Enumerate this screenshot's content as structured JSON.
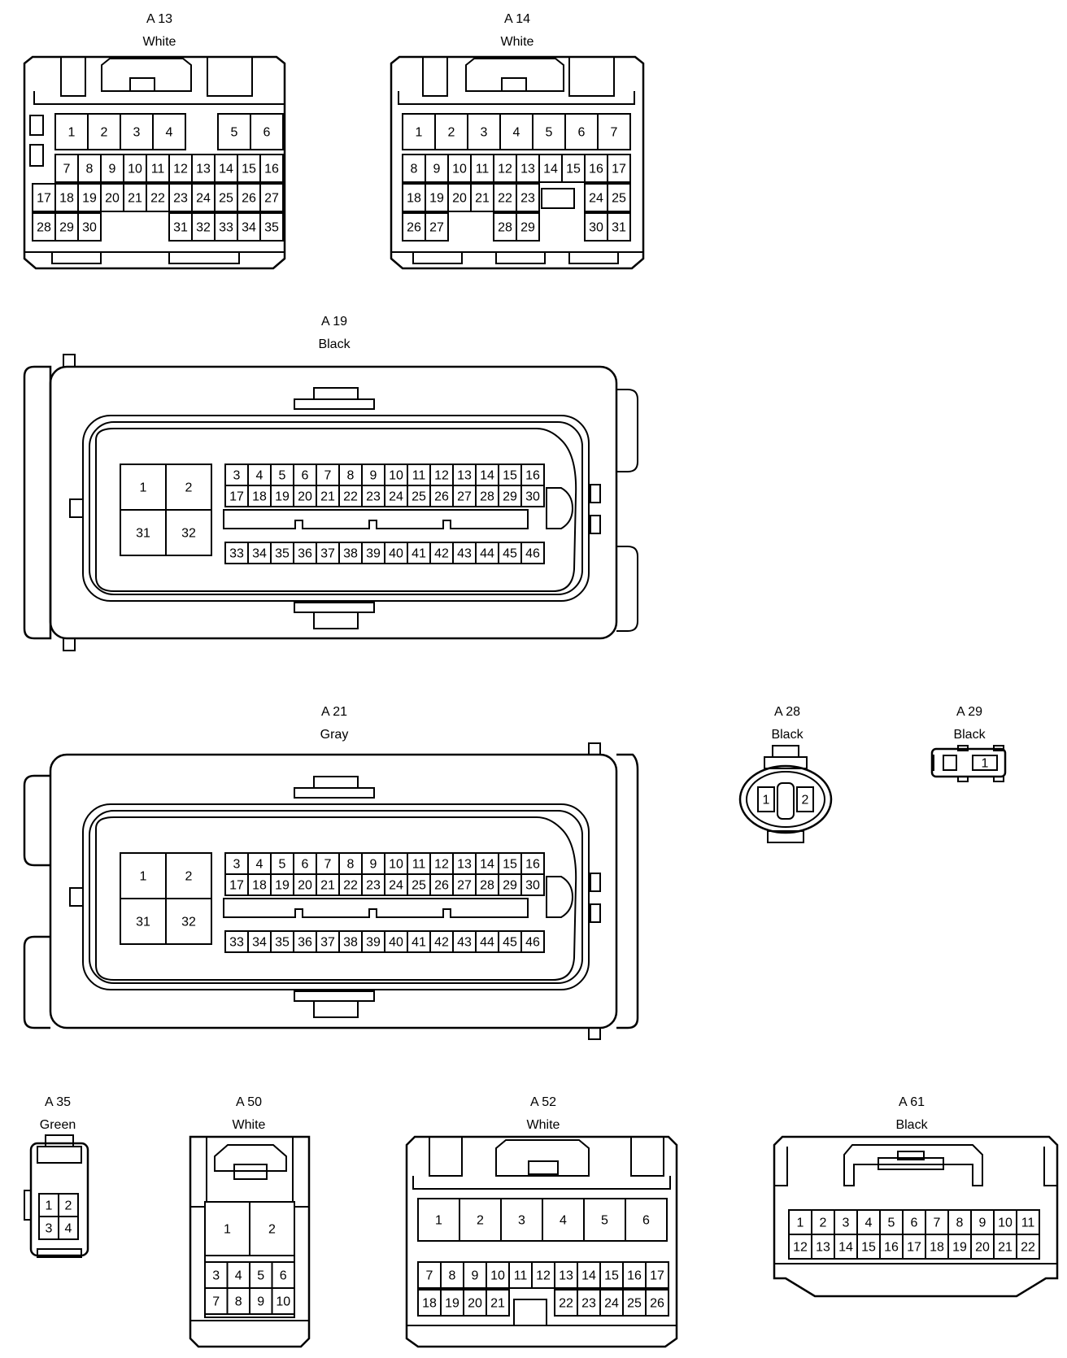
{
  "connectors": {
    "a13": {
      "code": "A 13",
      "color": "White"
    },
    "a14": {
      "code": "A 14",
      "color": "White"
    },
    "a19": {
      "code": "A 19",
      "color": "Black"
    },
    "a21": {
      "code": "A 21",
      "color": "Gray"
    },
    "a28": {
      "code": "A 28",
      "color": "Black"
    },
    "a29": {
      "code": "A 29",
      "color": "Black"
    },
    "a35": {
      "code": "A 35",
      "color": "Green"
    },
    "a50": {
      "code": "A 50",
      "color": "White"
    },
    "a52": {
      "code": "A 52",
      "color": "White"
    },
    "a61": {
      "code": "A 61",
      "color": "Black"
    }
  },
  "pins": {
    "a13": {
      "row1": [
        "1",
        "2",
        "3",
        "4",
        "5",
        "6"
      ],
      "row2": [
        "7",
        "8",
        "9",
        "10",
        "11",
        "12",
        "13",
        "14",
        "15",
        "16"
      ],
      "row3": [
        "17",
        "18",
        "19",
        "20",
        "21",
        "22",
        "23",
        "24",
        "25",
        "26",
        "27"
      ],
      "row4": [
        "28",
        "29",
        "30",
        "31",
        "32",
        "33",
        "34",
        "35"
      ]
    },
    "a14": {
      "row1": [
        "1",
        "2",
        "3",
        "4",
        "5",
        "6",
        "7"
      ],
      "row2": [
        "8",
        "9",
        "10",
        "11",
        "12",
        "13",
        "14",
        "15",
        "16",
        "17"
      ],
      "row3": [
        "18",
        "19",
        "20",
        "21",
        "22",
        "23",
        "24",
        "25"
      ],
      "row4": [
        "26",
        "27",
        "28",
        "29",
        "30",
        "31"
      ]
    },
    "a19": {
      "big": [
        "1",
        "2",
        "31",
        "32"
      ],
      "row1": [
        "3",
        "4",
        "5",
        "6",
        "7",
        "8",
        "9",
        "10",
        "11",
        "12",
        "13",
        "14",
        "15",
        "16"
      ],
      "row2": [
        "17",
        "18",
        "19",
        "20",
        "21",
        "22",
        "23",
        "24",
        "25",
        "26",
        "27",
        "28",
        "29",
        "30"
      ],
      "row3": [
        "33",
        "34",
        "35",
        "36",
        "37",
        "38",
        "39",
        "40",
        "41",
        "42",
        "43",
        "44",
        "45",
        "46"
      ]
    },
    "a21": {
      "big": [
        "1",
        "2",
        "31",
        "32"
      ],
      "row1": [
        "3",
        "4",
        "5",
        "6",
        "7",
        "8",
        "9",
        "10",
        "11",
        "12",
        "13",
        "14",
        "15",
        "16"
      ],
      "row2": [
        "17",
        "18",
        "19",
        "20",
        "21",
        "22",
        "23",
        "24",
        "25",
        "26",
        "27",
        "28",
        "29",
        "30"
      ],
      "row3": [
        "33",
        "34",
        "35",
        "36",
        "37",
        "38",
        "39",
        "40",
        "41",
        "42",
        "43",
        "44",
        "45",
        "46"
      ]
    },
    "a28": [
      "1",
      "2"
    ],
    "a29": [
      "1"
    ],
    "a35": [
      "1",
      "2",
      "3",
      "4"
    ],
    "a50": {
      "row1": [
        "1",
        "2"
      ],
      "row2": [
        "3",
        "4",
        "5",
        "6"
      ],
      "row3": [
        "7",
        "8",
        "9",
        "10"
      ]
    },
    "a52": {
      "row1": [
        "1",
        "2",
        "3",
        "4",
        "5",
        "6"
      ],
      "row2": [
        "7",
        "8",
        "9",
        "10",
        "11",
        "12",
        "13",
        "14",
        "15",
        "16",
        "17"
      ],
      "row3": [
        "18",
        "19",
        "20",
        "21",
        "22",
        "23",
        "24",
        "25",
        "26"
      ]
    },
    "a61": {
      "row1": [
        "1",
        "2",
        "3",
        "4",
        "5",
        "6",
        "7",
        "8",
        "9",
        "10",
        "11"
      ],
      "row2": [
        "12",
        "13",
        "14",
        "15",
        "16",
        "17",
        "18",
        "19",
        "20",
        "21",
        "22"
      ]
    }
  }
}
